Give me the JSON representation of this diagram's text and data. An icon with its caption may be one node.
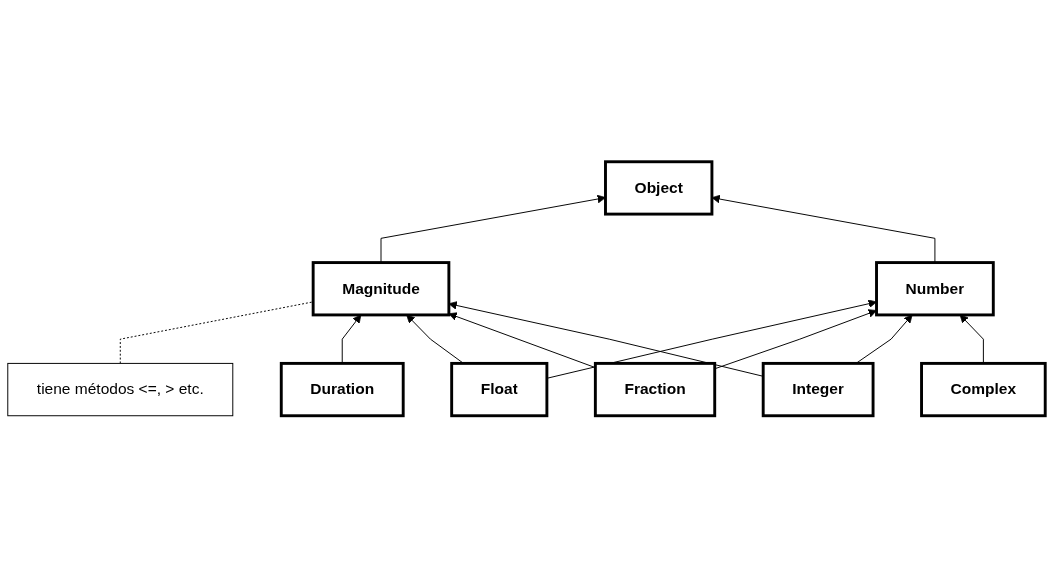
{
  "diagram": {
    "nodes": [
      {
        "text": [
          "tiene métodos <=, > etc."
        ]
      },
      {
        "text": [
          "Object"
        ]
      },
      {
        "text": [
          "Magnitude"
        ]
      },
      {
        "text": [
          "Number"
        ]
      },
      {
        "text": [
          "Duration"
        ]
      },
      {
        "text": [
          "Float"
        ]
      },
      {
        "text": [
          "Fraction"
        ]
      },
      {
        "text": [
          "Integer"
        ]
      },
      {
        "text": [
          "Complex"
        ]
      }
    ],
    "edges": [
      {
        "from": 0,
        "to": 2,
        "arrow": "none",
        "style": "dashed"
      },
      {
        "from": 2,
        "to": 1,
        "arrow": "to"
      },
      {
        "from": 3,
        "to": 1,
        "arrow": "to"
      },
      {
        "from": 4,
        "to": 2,
        "arrow": "to"
      },
      {
        "from": 5,
        "to": 2,
        "arrow": "to"
      },
      {
        "from": 6,
        "to": 2,
        "arrow": "to"
      },
      {
        "from": 7,
        "to": 2,
        "arrow": "to"
      },
      {
        "from": 5,
        "to": 3,
        "arrow": "to"
      },
      {
        "from": 6,
        "to": 3,
        "arrow": "to"
      },
      {
        "from": 7,
        "to": 3,
        "arrow": "to"
      },
      {
        "from": 8,
        "to": 3,
        "arrow": "to"
      }
    ]
  }
}
